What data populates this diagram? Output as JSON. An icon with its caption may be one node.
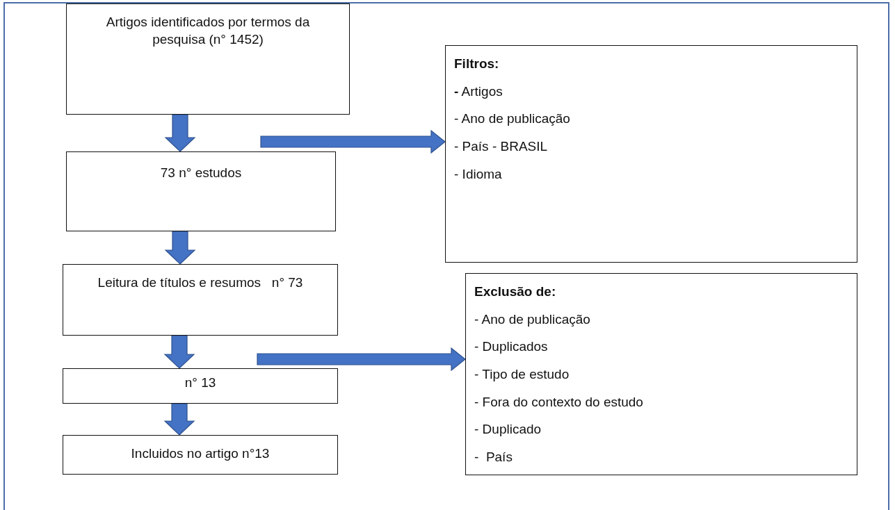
{
  "diagram": {
    "nodes": [
      {
        "text": [
          "Artigos identificados por termos da pesquisa (n° 1452)"
        ]
      },
      {
        "text": [
          "Filtros:",
          "**-** Artigos",
          "- Ano de publicação",
          "- País - BRASIL",
          "- Idioma"
        ]
      },
      {
        "text": [
          "73 n° estudos"
        ]
      },
      {
        "text": [
          "Leitura de títulos e resumos   n° 73"
        ]
      },
      {
        "text": [
          "Exclusão de:",
          "- Ano de publicação",
          "- Duplicados",
          "- Tipo de estudo",
          "- Fora do contexto do estudo",
          "- Duplicado",
          "-  País"
        ]
      },
      {
        "text": [
          "n° 13"
        ]
      },
      {
        "text": [
          "Incluidos no artigo n°13"
        ]
      }
    ],
    "edges": [
      {
        "from": 0,
        "to": 2,
        "arrow": "to"
      },
      {
        "from": null,
        "to": 1,
        "arrow": "to"
      },
      {
        "from": 2,
        "to": 3,
        "arrow": "to"
      },
      {
        "from": 3,
        "to": 5,
        "arrow": "to"
      },
      {
        "from": null,
        "to": 4,
        "arrow": "to"
      },
      {
        "from": 5,
        "to": 6,
        "arrow": "to"
      }
    ]
  }
}
